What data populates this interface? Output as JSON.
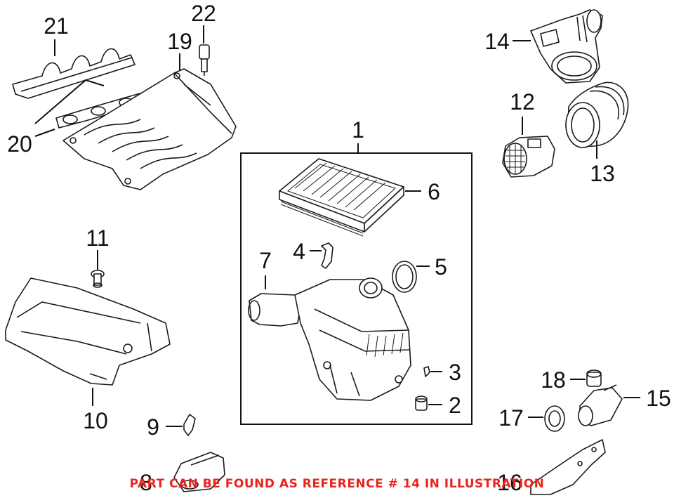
{
  "callouts": [
    "1",
    "2",
    "3",
    "4",
    "5",
    "6",
    "7",
    "8",
    "9",
    "10",
    "11",
    "12",
    "13",
    "14",
    "15",
    "16",
    "17",
    "18",
    "19",
    "20",
    "21",
    "22"
  ],
  "notice": {
    "text": "PART CAN BE FOUND AS REFERENCE # 14 IN ILLUSTRATION",
    "color": "#e8241c"
  },
  "colors": {
    "line": "#1a1a1a",
    "background": "#ffffff"
  }
}
